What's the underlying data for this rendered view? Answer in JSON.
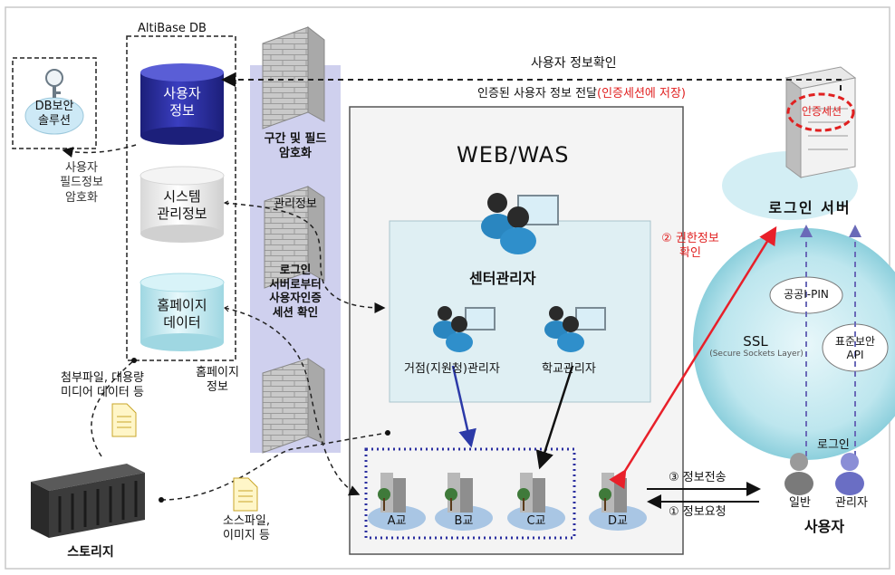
{
  "db_group": {
    "title": "AltiBase DB"
  },
  "db_security": {
    "label_line1": "DB보안",
    "label_line2": "솔루션"
  },
  "user_db": {
    "line1": "사용자",
    "line2": "정보"
  },
  "system_db": {
    "line1": "시스템",
    "line2": "관리정보"
  },
  "homepage_db": {
    "line1": "홈페이지",
    "line2": "데이터"
  },
  "field_encryption": {
    "line1": "사용자",
    "line2": "필드정보",
    "line3": "암호화"
  },
  "firewall": {
    "label_encrypt_line1": "구간 및 필드",
    "label_encrypt_line2": "암호화",
    "label_mgmt": "관리정보",
    "label_session_line1": "로그인",
    "label_session_line2": "서버로부터",
    "label_session_line3": "사용자인증",
    "label_session_line4": "세션 확인",
    "label_homepage_line1": "홈페이지",
    "label_homepage_line2": "정보"
  },
  "arrows": {
    "user_info_check": "사용자 정보확인",
    "auth_transfer_prefix": "인증된 사용자 정보 전달",
    "auth_transfer_suffix": "(인증세션에 저장)",
    "permission_line1": "② 권한정보",
    "permission_line2": "확인",
    "info_send": "③ 정보전송",
    "info_request": "① 정보요청"
  },
  "web_was": {
    "title": "WEB/WAS"
  },
  "center_admin": {
    "label": "센터관리자"
  },
  "hub_admin": {
    "label": "거점(지원청)관리자"
  },
  "school_admin": {
    "label": "학교관리자"
  },
  "schools": [
    "A교",
    "B교",
    "C교",
    "D교"
  ],
  "login_server": {
    "label": "로그인 서버",
    "session_label": "인증세션"
  },
  "ssl": {
    "title": "SSL",
    "subtitle": "(Secure Sockets Layer)",
    "ipin": "공공I-PIN",
    "api_line1": "표준보안",
    "api_line2": "API"
  },
  "users": {
    "login": "로그인",
    "general": "일반",
    "admin": "관리자",
    "title": "사용자"
  },
  "storage": {
    "label": "스토리지"
  },
  "attachments": {
    "line1": "첨부파일, 대용량",
    "line2": "미디어 데이터 등"
  },
  "source_files": {
    "line1": "소스파일,",
    "line2": "이미지 등"
  },
  "colors": {
    "db_blue": "#2b2fa0",
    "db_cyan": "#bfe9f0",
    "firewall_band": "#cfd0ee",
    "ssl_teal": "#a8dde6",
    "red_arrow": "#e8202a",
    "blue_arrow": "#2c3aa8",
    "school_dots": "#2b2fa0"
  }
}
